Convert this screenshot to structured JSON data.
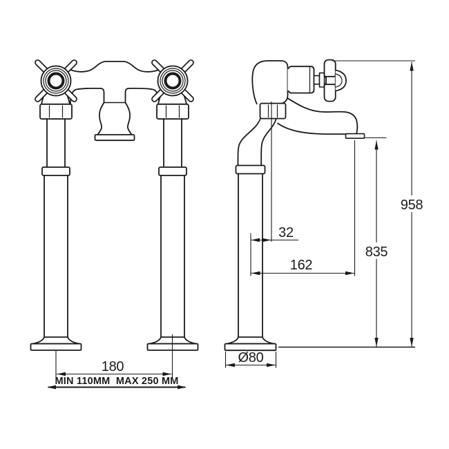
{
  "drawing": {
    "type": "technical-dimension-drawing",
    "subject": "freestanding bath tap, front view and side view",
    "colors": {
      "line": "#1a1a1a",
      "background": "#ffffff"
    }
  },
  "dimensions": {
    "pillar_spacing": "180",
    "mounting_range": "MIN 110MM  MAX 250 MM",
    "base_diameter": "Ø80",
    "valve_offset": "32",
    "spout_reach": "162",
    "spout_outlet_height": "835",
    "overall_height": "958"
  }
}
